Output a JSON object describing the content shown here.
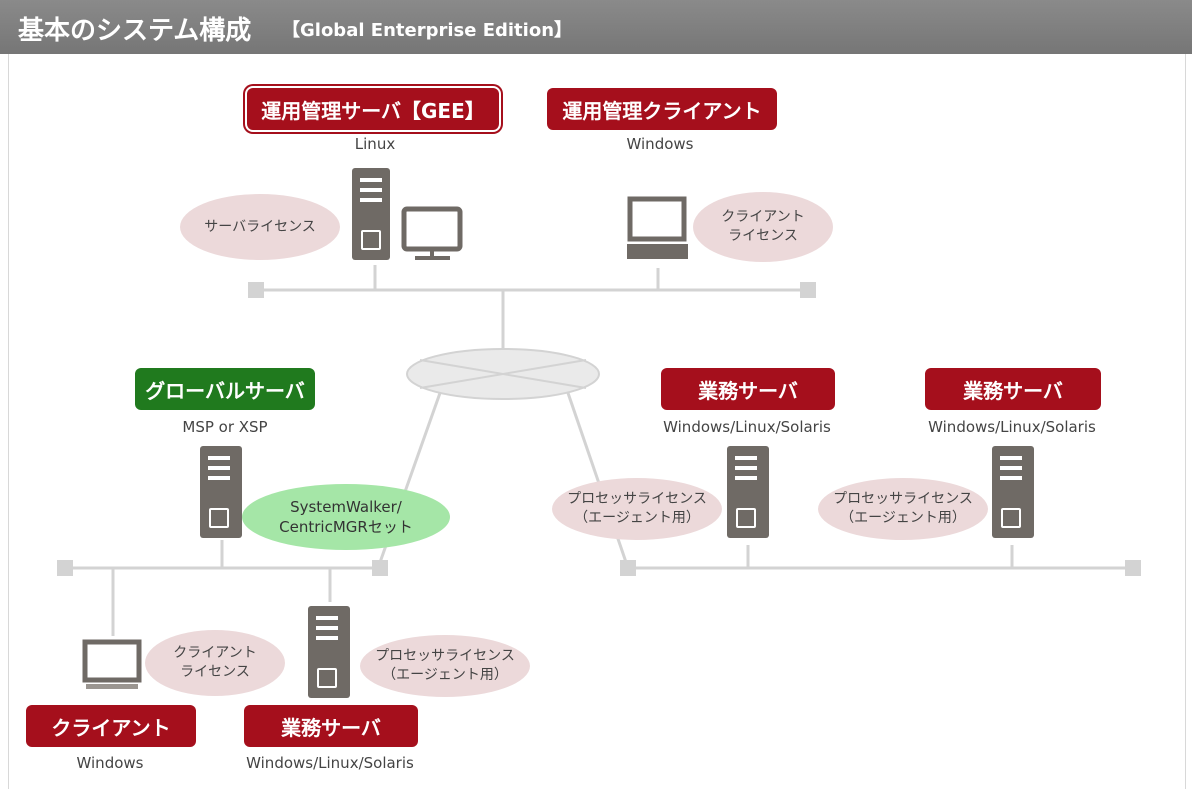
{
  "header": {
    "title": "基本のシステム構成",
    "subtitle": "【Global Enterprise Edition】"
  },
  "nodes": {
    "mgmt_server": {
      "label": "運用管理サーバ【GEE】",
      "os": "Linux",
      "license": "サーバライセンス"
    },
    "mgmt_client": {
      "label": "運用管理クライアント",
      "os": "Windows",
      "license": "クライアント\nライセンス"
    },
    "global_server": {
      "label": "グローバルサーバ",
      "os": "MSP or XSP",
      "license": "SystemWalker/\nCentricMGRセット"
    },
    "biz_server_1": {
      "label": "業務サーバ",
      "os": "Windows/Linux/Solaris",
      "license": "プロセッサライセンス\n（エージェント用）"
    },
    "biz_server_2": {
      "label": "業務サーバ",
      "os": "Windows/Linux/Solaris",
      "license": "プロセッサライセンス\n（エージェント用）"
    },
    "client": {
      "label": "クライアント",
      "os": "Windows",
      "license": "クライアント\nライセンス"
    },
    "biz_server_3": {
      "label": "業務サーバ",
      "os": "Windows/Linux/Solaris",
      "license": "プロセッサライセンス\n（エージェント用）"
    }
  },
  "colors": {
    "accent_red": "#a50f1c",
    "accent_green": "#207a1e",
    "oval_pink": "#ecd9da",
    "oval_green": "#a5e6a7",
    "line": "#d3d3d3",
    "device": "#6f6a65"
  }
}
